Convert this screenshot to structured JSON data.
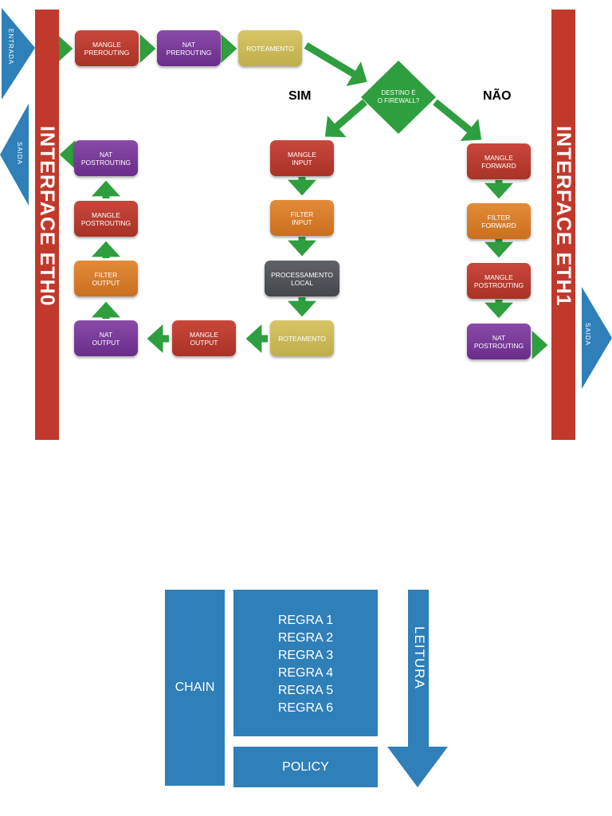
{
  "flow": {
    "interface_left": "INTERFACE ETH0",
    "interface_right": "INTERFACE ETH1",
    "entrada": "ENTRADA",
    "saida_left": "SAIDA",
    "saida_right": "SAIDA",
    "sim": "SIM",
    "nao": "NÃO",
    "decision": "DESTINO É\nO FIREWALL?",
    "boxes": {
      "mangle_prerouting": "MANGLE\nPREROUTING",
      "nat_prerouting": "NAT\nPREROUTING",
      "roteamento_top": "ROTEAMENTO",
      "mangle_input": "MANGLE\nINPUT",
      "filter_input": "FILTER\nINPUT",
      "processamento_local": "PROCESSAMENTO\nLOCAL",
      "roteamento_bottom": "ROTEAMENTO",
      "mangle_output": "MANGLE\nOUTPUT",
      "nat_output": "NAT\nOUTPUT",
      "filter_output": "FILTER\nOUTPUT",
      "mangle_postrouting_left": "MANGLE\nPOSTROUTING",
      "nat_postrouting_left": "NAT\nPOSTROUTING",
      "mangle_forward": "MANGLE\nFORWARD",
      "filter_forward": "FILTER\nFORWARD",
      "mangle_postrouting_right": "MANGLE\nPOSTROUTING",
      "nat_postrouting_right": "NAT\nPOSTROUTING"
    }
  },
  "chain_diagram": {
    "chain": "CHAIN",
    "rules": [
      "REGRA 1",
      "REGRA 2",
      "REGRA 3",
      "REGRA 4",
      "REGRA 5",
      "REGRA 6"
    ],
    "policy": "POLICY",
    "leitura": "LEITURA"
  },
  "colors": {
    "red": "#c0392b",
    "purple": "#7b3c99",
    "orange": "#d97a2b",
    "yellow": "#ccb95a",
    "gray": "#505358",
    "green": "#2e9e3e",
    "blue": "#2f7fb8"
  }
}
